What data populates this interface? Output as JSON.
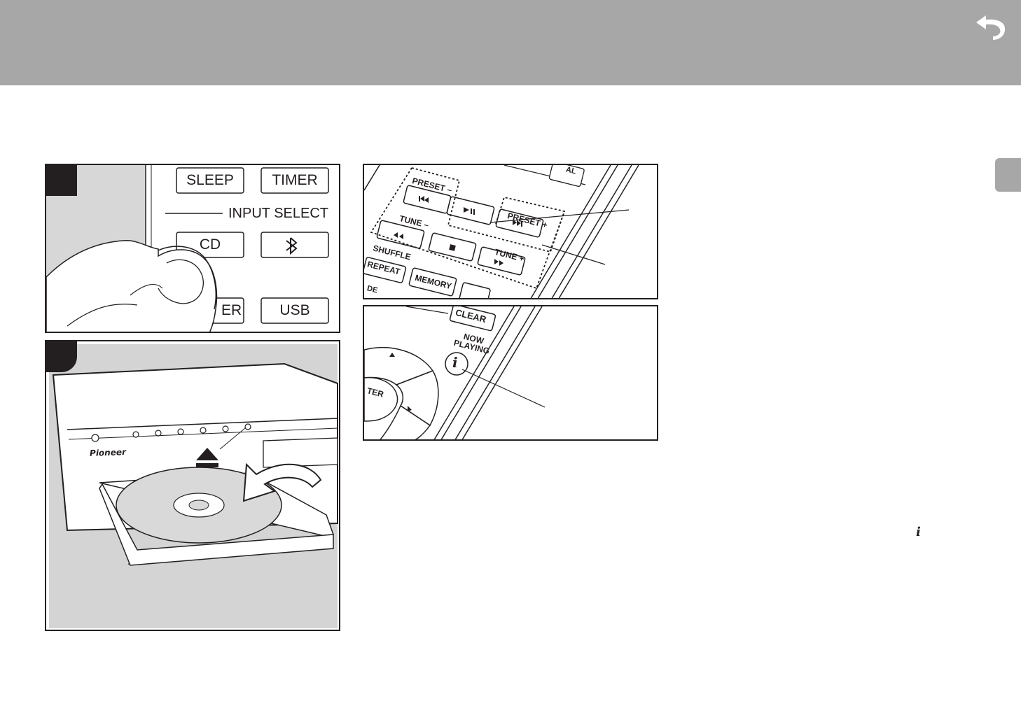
{
  "header": {
    "back_icon": "return-arrow-icon"
  },
  "remote_input": {
    "sleep_label": "SLEEP",
    "timer_label": "TIMER",
    "input_select_label": "INPUT SELECT",
    "cd_label": "CD",
    "bluetooth_icon": "bluetooth-icon",
    "tuner_label_partial": "ER",
    "usb_label": "USB"
  },
  "unit_front": {
    "brand": "Pioneer",
    "eject_icon": "eject-icon"
  },
  "remote_transport": {
    "preset_minus": "PRESET –",
    "preset_plus": "PRESET +",
    "tune_minus": "TUNE –",
    "tune_plus": "TUNE +",
    "shuffle": "SHUFFLE",
    "repeat": "REPEAT",
    "memory": "MEMORY",
    "mode_partial": "DE",
    "top_partial": "AL",
    "play_pause_icon": "play-pause-icon",
    "stop_icon": "stop-icon",
    "prev_icon": "skip-back-icon",
    "next_icon": "skip-forward-icon",
    "rew_icon": "rewind-icon",
    "ff_icon": "fast-forward-icon"
  },
  "remote_info": {
    "clear": "CLEAR",
    "now_playing": "NOW PLAYING",
    "enter_partial": "TER",
    "info_glyph": "i"
  },
  "info_glyph_right": "i",
  "colors": {
    "header": "#a8a7a7",
    "ink": "#231f20",
    "panel_fill": "#d4d4d4"
  }
}
